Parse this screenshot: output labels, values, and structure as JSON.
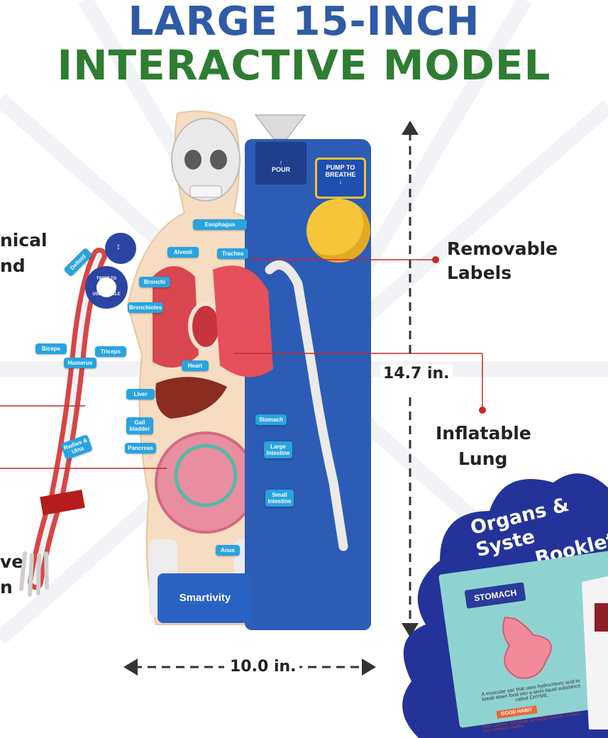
{
  "header": {
    "line1": "LARGE 15-INCH",
    "line2": "INTERACTIVE MODEL"
  },
  "left_labels": {
    "top_partial_1": "nical",
    "top_partial_2": "nd",
    "bottom_partial_1": "ve",
    "bottom_partial_2": "n"
  },
  "right_labels": {
    "removable_1": "Removable",
    "removable_2": "Labels",
    "inflatable_1": "Inflatable",
    "inflatable_2": "Lung"
  },
  "dimensions": {
    "height": "14.7 in.",
    "width": "10.0 in."
  },
  "model": {
    "pour": "POUR",
    "pump_1": "PUMP TO",
    "pump_2": "BREATHE",
    "twist_1": "TWIST TO",
    "twist_2": "USE MUSCLE",
    "brand": "Smartivity",
    "organ_tags": {
      "esophagus": "Esophagus",
      "alveoli": "Alveoli",
      "trachea": "Trachea",
      "bronchi": "Bronchi",
      "bronchioles": "Bronchioles",
      "heart": "Heart",
      "liver": "Liver",
      "gall_bladder": "Gall bladder",
      "pancreas": "Pancreas",
      "stomach": "Stomach",
      "large_intestine": "Large Intestine",
      "small_intestine": "Small Intestine",
      "anus": "Anus",
      "deltoid": "Deltoid",
      "biceps": "Biceps",
      "triceps": "Triceps",
      "humerus": "Humerus",
      "radius_ulna": "Radius & Ulna"
    }
  },
  "booklet": {
    "title_1": "Organs & Syste",
    "title_2": "Booklet",
    "page_heading": "STOMACH",
    "description": "A muscular sac that uses hydrochloric acid to break down food into a semi-liquid substance called CHYME.",
    "habit_label": "GOOD HABIT",
    "habit_text": "Don't overeat. Eat meals at regular intervals to keep your stomach healthy."
  },
  "colors": {
    "title_blue": "#2f5aa6",
    "title_green": "#2e7d32",
    "board_blue": "#2c5cb5",
    "tag_blue": "#29a3e0",
    "pump_yellow": "#f6c53a",
    "callout_red": "#c62828",
    "cloud_navy": "#23339a"
  }
}
